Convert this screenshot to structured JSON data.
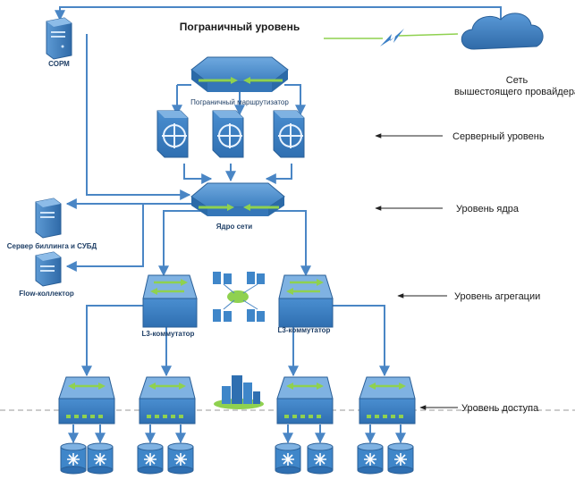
{
  "diagram": {
    "top_title": "Пограничный уровень",
    "provider_line1": "Сеть",
    "provider_line2": "вышестоящего провайдера",
    "levels": {
      "server": "Серверный уровень",
      "core": "Уровень ядра",
      "aggregation": "Уровень агрегации",
      "access": "Уровень доступа"
    },
    "devices": {
      "sorm": "СОРМ",
      "border_router": "Пограничный маршрутизатор",
      "core_net": "Ядро сети",
      "billing": "Сервер биллинга и СУБД",
      "flow": "Flow-коллектор",
      "l3_left": "L3-коммутатор",
      "l3_right": "L3-коммутатор"
    },
    "colors": {
      "device_blue": "#3f86c9",
      "device_dark": "#2b6aa8",
      "link_blue": "#4a86c5",
      "arrow_green": "#8fd14f"
    }
  }
}
